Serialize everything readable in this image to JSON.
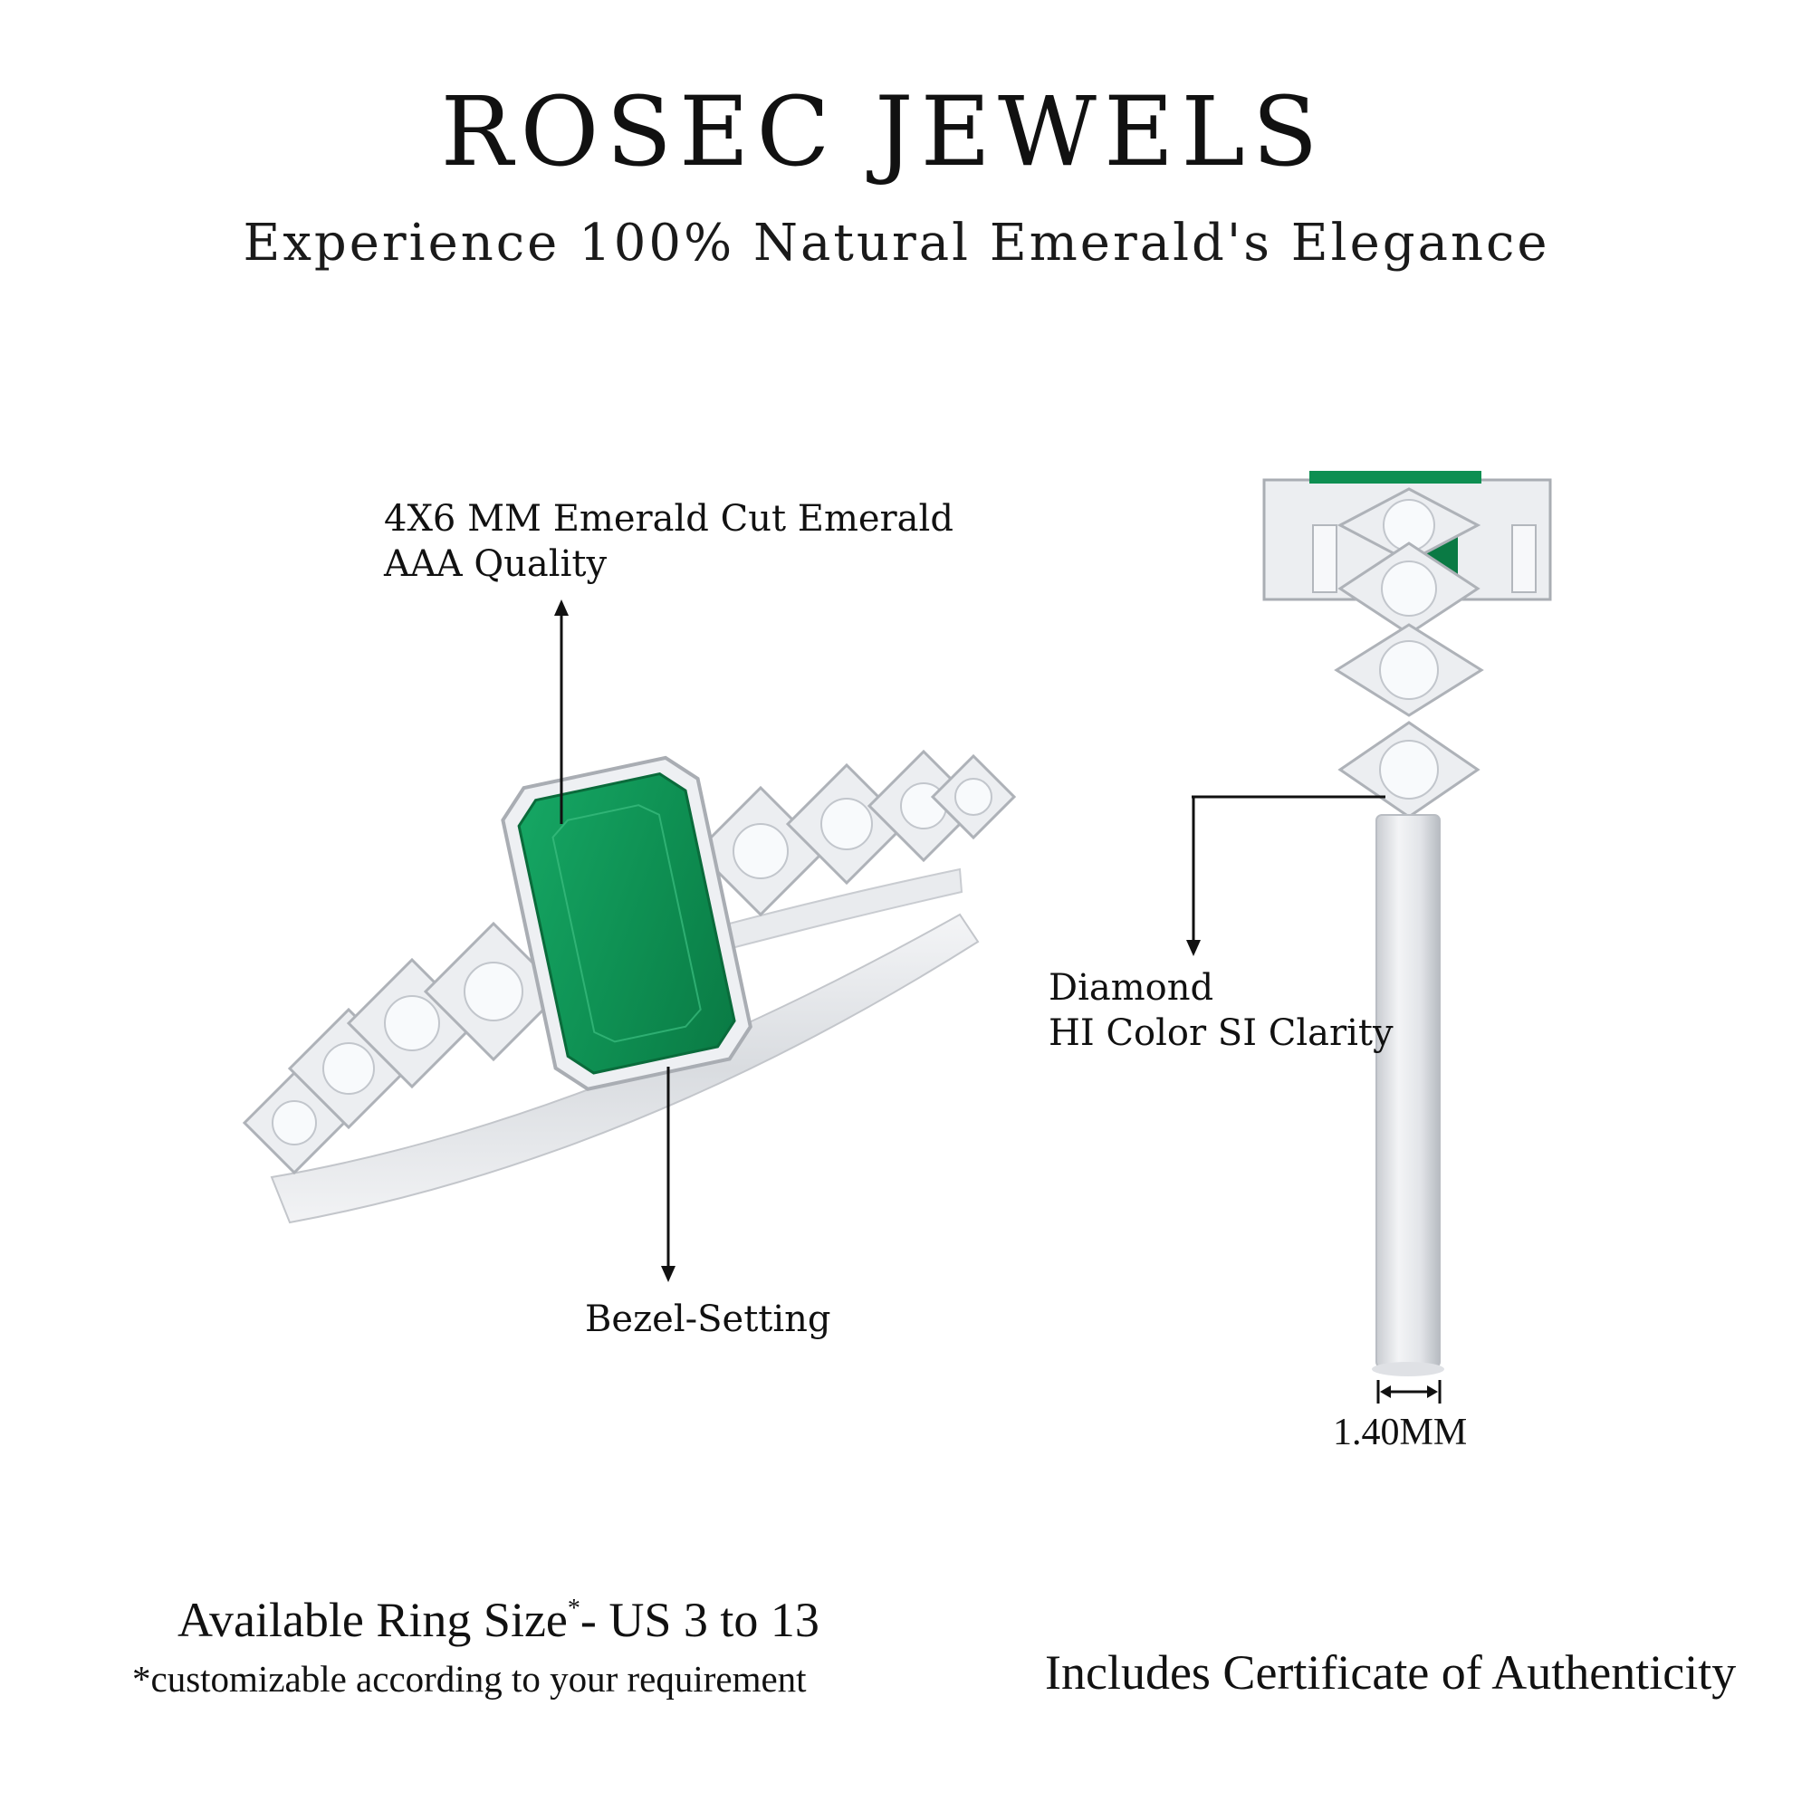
{
  "header": {
    "brand": "ROSEC JEWELS",
    "tagline": "Experience 100% Natural Emerald's Elegance"
  },
  "callouts": {
    "center_stone": {
      "line1": "4X6 MM Emerald Cut Emerald",
      "line2": "AAA Quality"
    },
    "setting": "Bezel-Setting",
    "side_stones": {
      "line1": "Diamond",
      "line2": "HI Color SI Clarity"
    },
    "band_width": "1.40MM"
  },
  "footer": {
    "ring_size_prefix": "Available Ring Size",
    "ring_size_mark": "*",
    "ring_size_range": "- US 3 to 13",
    "customization_note": "*customizable according to your requirement",
    "certificate": "Includes Certificate of Authenticity"
  },
  "colors": {
    "emerald": "#0f9a5a",
    "emerald_dark": "#07693b",
    "metal": "#e7e9ec",
    "metal_shadow": "#b9bdc3",
    "diamond": "#f7f9fb",
    "text": "#111111"
  }
}
